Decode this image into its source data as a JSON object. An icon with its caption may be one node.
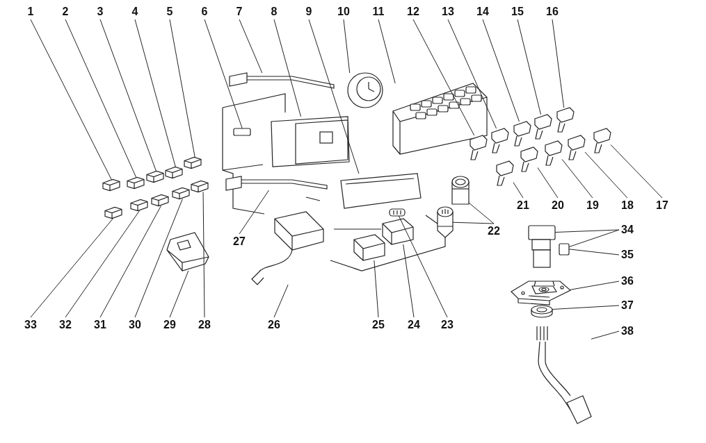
{
  "diagram": {
    "nodes": [
      {
        "text": [
          "1"
        ]
      },
      {
        "text": [
          "2"
        ]
      },
      {
        "text": [
          "3"
        ]
      },
      {
        "text": [
          "4"
        ]
      },
      {
        "text": [
          "5"
        ]
      },
      {
        "text": [
          "6"
        ]
      },
      {
        "text": [
          "7"
        ]
      },
      {
        "text": [
          "8"
        ]
      },
      {
        "text": [
          "9"
        ]
      },
      {
        "text": [
          "10"
        ]
      },
      {
        "text": [
          "11"
        ]
      },
      {
        "text": [
          "12"
        ]
      },
      {
        "text": [
          "13"
        ]
      },
      {
        "text": [
          "14"
        ]
      },
      {
        "text": [
          "15"
        ]
      },
      {
        "text": [
          "16"
        ]
      },
      {
        "text": [
          "17"
        ]
      },
      {
        "text": [
          "18"
        ]
      },
      {
        "text": [
          "19"
        ]
      },
      {
        "text": [
          "20"
        ]
      },
      {
        "text": [
          "21"
        ]
      },
      {
        "text": [
          "22"
        ]
      },
      {
        "text": [
          "23"
        ]
      },
      {
        "text": [
          "24"
        ]
      },
      {
        "text": [
          "25"
        ]
      },
      {
        "text": [
          "26"
        ]
      },
      {
        "text": [
          "27"
        ]
      },
      {
        "text": [
          "28"
        ]
      },
      {
        "text": [
          "29"
        ]
      },
      {
        "text": [
          "30"
        ]
      },
      {
        "text": [
          "31"
        ]
      },
      {
        "text": [
          "32"
        ]
      },
      {
        "text": [
          "33"
        ]
      },
      {
        "text": [
          "34"
        ]
      },
      {
        "text": [
          "35"
        ]
      },
      {
        "text": [
          "36"
        ]
      },
      {
        "text": [
          "37"
        ]
      },
      {
        "text": [
          "38"
        ]
      },
      {
        "text": [],
        "shape": "picture"
      },
      {
        "text": [],
        "shape": "picture"
      },
      {
        "text": [],
        "shape": "picture"
      },
      {
        "text": [],
        "shape": "picture"
      },
      {
        "text": [],
        "shape": "picture"
      },
      {
        "text": [],
        "shape": "box"
      },
      {
        "text": [],
        "shape": "picture"
      },
      {
        "text": [],
        "shape": "picture"
      },
      {
        "text": [],
        "shape": "picture"
      },
      {
        "text": [],
        "shape": "picture"
      },
      {
        "text": [],
        "shape": "picture"
      },
      {
        "text": [],
        "shape": "picture"
      },
      {
        "text": [],
        "shape": "picture"
      },
      {
        "text": [],
        "shape": "picture"
      },
      {
        "text": [],
        "shape": "picture"
      },
      {
        "text": [],
        "shape": "picture"
      },
      {
        "text": [],
        "shape": "picture"
      },
      {
        "text": [],
        "shape": "picture"
      },
      {
        "text": [],
        "shape": "picture"
      },
      {
        "text": [],
        "shape": "picture"
      },
      {
        "text": [],
        "shape": "picture"
      },
      {
        "text": [],
        "shape": "picture"
      },
      {
        "text": [],
        "shape": "picture"
      },
      {
        "text": [],
        "shape": "picture"
      },
      {
        "text": [],
        "shape": "picture"
      },
      {
        "text": [],
        "shape": "picture"
      },
      {
        "text": [],
        "shape": "picture"
      },
      {
        "text": [],
        "shape": "picture"
      },
      {
        "text": [],
        "shape": "picture"
      },
      {
        "text": [],
        "shape": "picture"
      },
      {
        "text": [],
        "shape": "picture"
      },
      {
        "text": [],
        "shape": "picture"
      },
      {
        "text": [],
        "shape": "picture"
      },
      {
        "text": [],
        "shape": "picture"
      },
      {
        "text": [],
        "shape": "picture"
      },
      {
        "text": [],
        "shape": "box"
      },
      {
        "text": [],
        "shape": "picture"
      },
      {
        "text": [],
        "shape": "picture"
      },
      {
        "text": [],
        "shape": "picture"
      }
    ],
    "edges": [
      {
        "from": 0,
        "to": 38,
        "arrow": "none"
      },
      {
        "from": 1,
        "to": 39,
        "arrow": "none"
      },
      {
        "from": 2,
        "to": 40,
        "arrow": "none"
      },
      {
        "from": 3,
        "to": 41,
        "arrow": "none"
      },
      {
        "from": 4,
        "to": 42,
        "arrow": "none"
      },
      {
        "from": 5,
        "to": 43,
        "arrow": "none"
      },
      {
        "from": 6,
        "to": 44,
        "arrow": "none"
      },
      {
        "from": 7,
        "to": 45,
        "arrow": "none"
      },
      {
        "from": 8,
        "to": 46,
        "arrow": "none"
      },
      {
        "from": 9,
        "to": 47,
        "arrow": "none"
      },
      {
        "from": 10,
        "to": 48,
        "arrow": "none"
      },
      {
        "from": 11,
        "to": 49,
        "arrow": "none"
      },
      {
        "from": 12,
        "to": 50,
        "arrow": "none"
      },
      {
        "from": 13,
        "to": 51,
        "arrow": "none"
      },
      {
        "from": 14,
        "to": 52,
        "arrow": "none"
      },
      {
        "from": 15,
        "to": 53,
        "arrow": "none"
      },
      {
        "from": 16,
        "to": 54,
        "arrow": "none"
      },
      {
        "from": 17,
        "to": 55,
        "arrow": "none"
      },
      {
        "from": 18,
        "to": 56,
        "arrow": "none"
      },
      {
        "from": 19,
        "to": 57,
        "arrow": "none"
      },
      {
        "from": 20,
        "to": 58,
        "arrow": "none"
      },
      {
        "from": 21,
        "to": 59,
        "arrow": "none"
      },
      {
        "from": 21,
        "to": 60,
        "arrow": "none"
      },
      {
        "from": 22,
        "to": 61,
        "arrow": "none"
      },
      {
        "from": 23,
        "to": 62,
        "arrow": "none"
      },
      {
        "from": 24,
        "to": 63,
        "arrow": "none"
      },
      {
        "from": 25,
        "to": 64,
        "arrow": "none"
      },
      {
        "from": 26,
        "to": 65,
        "arrow": "none"
      },
      {
        "from": 27,
        "to": 66,
        "arrow": "none"
      },
      {
        "from": 28,
        "to": 67,
        "arrow": "none"
      },
      {
        "from": 29,
        "to": 68,
        "arrow": "none"
      },
      {
        "from": 30,
        "to": 69,
        "arrow": "none"
      },
      {
        "from": 31,
        "to": 70,
        "arrow": "none"
      },
      {
        "from": 32,
        "to": 71,
        "arrow": "none"
      },
      {
        "from": 33,
        "to": 72,
        "arrow": "none"
      },
      {
        "from": 33,
        "to": 73,
        "arrow": "none"
      },
      {
        "from": 34,
        "to": 73,
        "arrow": "none"
      },
      {
        "from": 35,
        "to": 74,
        "arrow": "none"
      },
      {
        "from": 36,
        "to": 75,
        "arrow": "none"
      },
      {
        "from": 37,
        "to": 76,
        "arrow": "none"
      }
    ]
  }
}
